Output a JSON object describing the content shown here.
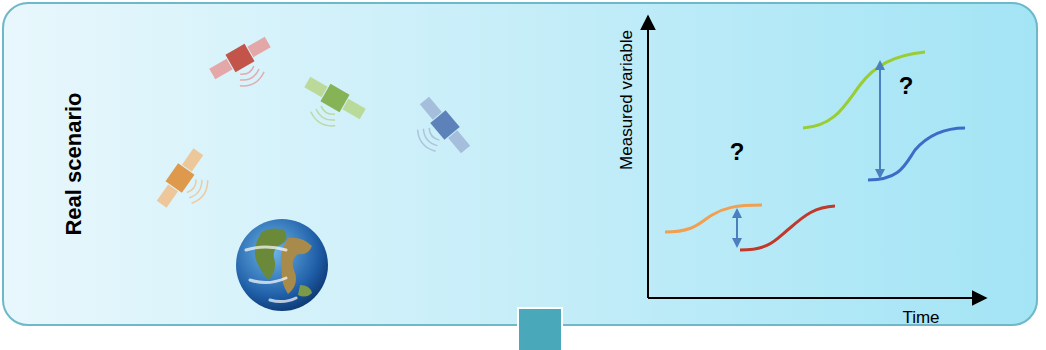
{
  "diagram": {
    "nodes": [
      {
        "text": [
          "Real scenario"
        ]
      }
    ],
    "labels": [
      "Measured variable",
      "Time",
      "?",
      "?"
    ]
  }
}
